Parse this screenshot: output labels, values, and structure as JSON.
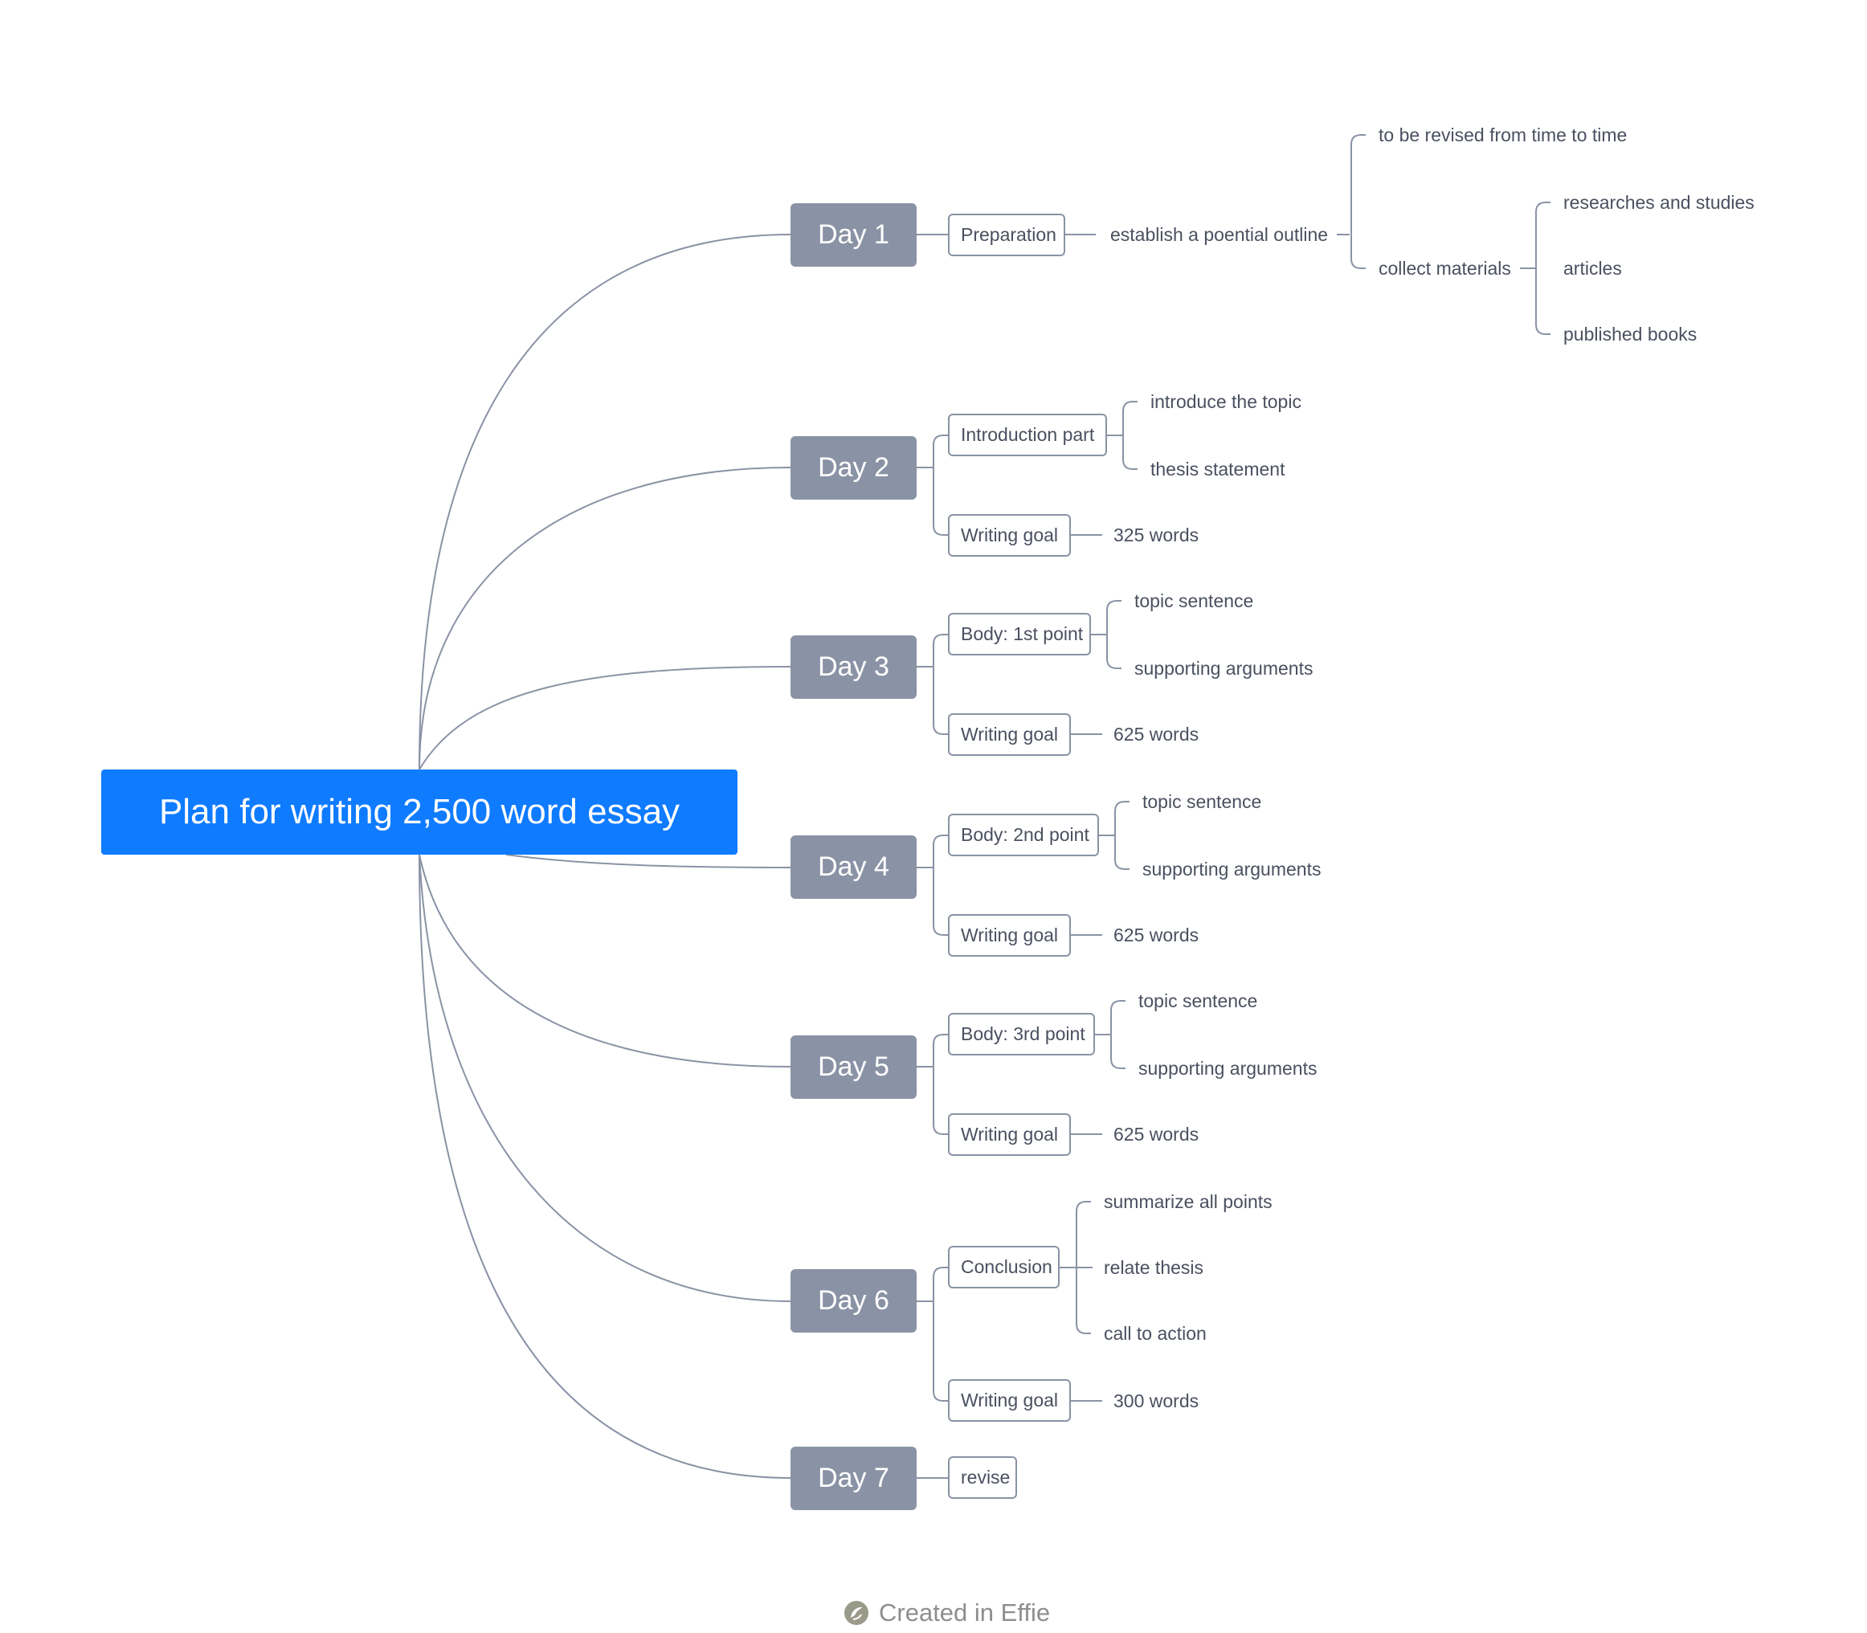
{
  "title": "Plan for writing 2,500 word essay",
  "days": {
    "d1": "Day 1",
    "d2": "Day 2",
    "d3": "Day 3",
    "d4": "Day 4",
    "d5": "Day 5",
    "d6": "Day 6",
    "d7": "Day 7"
  },
  "day1": {
    "box": "Preparation",
    "outline": "establish a poential outline",
    "revised": "to be revised from time to time",
    "collect": "collect materials",
    "materials": [
      "researches and studies",
      "articles",
      "published books"
    ]
  },
  "day2": {
    "intro": "Introduction part",
    "intro_items": [
      "introduce the topic",
      "thesis statement"
    ],
    "goal": "Writing goal",
    "goal_value": "325 words"
  },
  "day3": {
    "body": "Body: 1st point",
    "items": [
      "topic sentence",
      "supporting arguments"
    ],
    "goal": "Writing goal",
    "goal_value": "625 words"
  },
  "day4": {
    "body": "Body: 2nd point",
    "items": [
      "topic sentence",
      "supporting arguments"
    ],
    "goal": "Writing goal",
    "goal_value": "625 words"
  },
  "day5": {
    "body": "Body: 3rd point",
    "items": [
      "topic sentence",
      "supporting arguments"
    ],
    "goal": "Writing goal",
    "goal_value": "625 words"
  },
  "day6": {
    "conclusion": "Conclusion",
    "items": [
      "summarize all points",
      "relate thesis",
      "call to action"
    ],
    "goal": "Writing goal",
    "goal_value": "300 words"
  },
  "day7": {
    "box": "revise"
  },
  "footer": {
    "text": "Created in Effie",
    "icon": "effie-logo-icon"
  },
  "colors": {
    "root": "#0f7bff",
    "day": "#8a93a5",
    "line": "#8a93a5",
    "text": "#4a5060"
  }
}
